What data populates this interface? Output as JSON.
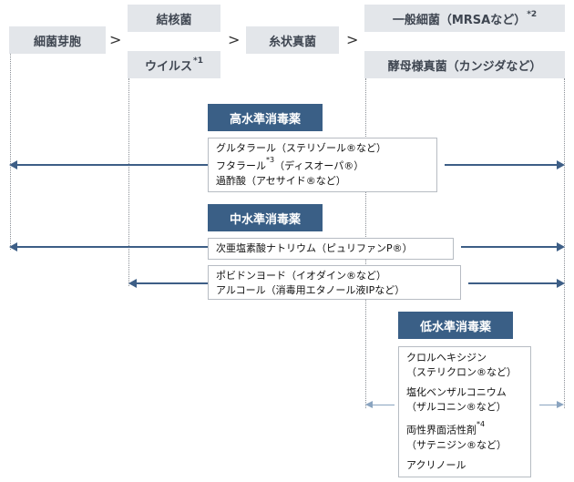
{
  "organisms": {
    "spore": "細菌芽胞",
    "tb": "結核菌",
    "virus": "ウイルス",
    "virus_note": "*1",
    "fungus": "糸状真菌",
    "bacteria": "一般細菌（MRSAなど）",
    "bacteria_note": "*2",
    "yeast": "酵母様真菌（カンジダなど）",
    "separator": ">"
  },
  "high": {
    "label": "高水準消毒薬",
    "items": [
      "グルタラール（ステリゾール®など）",
      "フタラール",
      "*3",
      "（ディスオーパ®）",
      "過酢酸（アセサイド®など）"
    ]
  },
  "mid": {
    "label": "中水準消毒薬",
    "group1": [
      "次亜塩素酸ナトリウム（ピュリファンP®）"
    ],
    "group2": [
      "ポビドンヨード（イオダイン®など）",
      "アルコール（消毒用エタノール液IPなど）"
    ]
  },
  "low": {
    "label": "低水準消毒薬",
    "items": [
      "クロルヘキシジン",
      "（ステリクロン®など）",
      "塩化ベンザルコニウム",
      "（ザルコニン®など）",
      "両性界面活性剤",
      "*4",
      "（サテニジン®など）",
      "アクリノール"
    ]
  },
  "colors": {
    "accent": "#3a5f86",
    "arrow": "#3d5e86",
    "arrow_light": "#8aa4c0",
    "header_bg": "#e3e6ea"
  }
}
